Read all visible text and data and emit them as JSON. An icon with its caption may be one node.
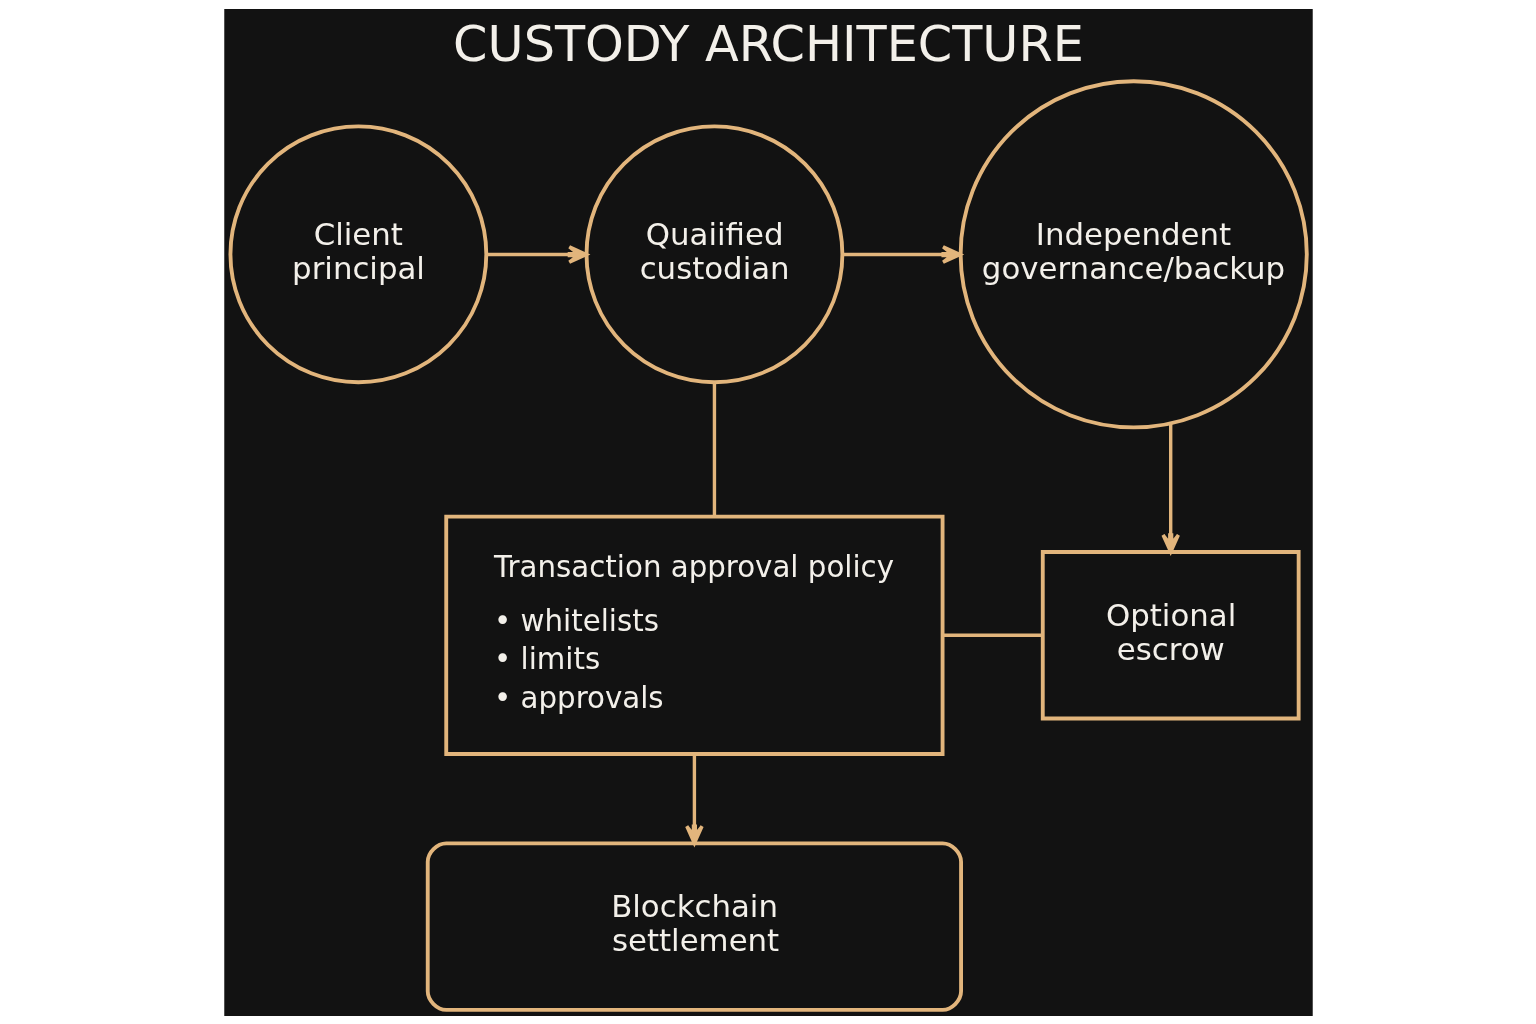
{
  "diagram": {
    "title": "CUSTODY ARCHITECTURE",
    "nodes": [
      {
        "text": [
          "Client principal"
        ]
      },
      {
        "text": [
          "Quaiified custodian"
        ]
      },
      {
        "text": [
          "Independent governance/backup"
        ]
      },
      {
        "text": [
          "Transaction approval policy",
          "• whitelists",
          "• limits",
          "• approvals"
        ]
      },
      {
        "text": [
          "Optional escrow"
        ]
      },
      {
        "text": [
          "Blockchain settlement"
        ]
      }
    ],
    "edges": [
      {
        "from": 0,
        "to": 1,
        "arrow": "to"
      },
      {
        "from": 1,
        "to": 2,
        "arrow": "to"
      },
      {
        "from": 1,
        "to": 3,
        "arrow": "none"
      },
      {
        "from": 2,
        "to": 4,
        "arrow": "to"
      },
      {
        "from": 3,
        "to": 4,
        "arrow": "none"
      },
      {
        "from": 3,
        "to": 5,
        "arrow": "to"
      }
    ]
  }
}
